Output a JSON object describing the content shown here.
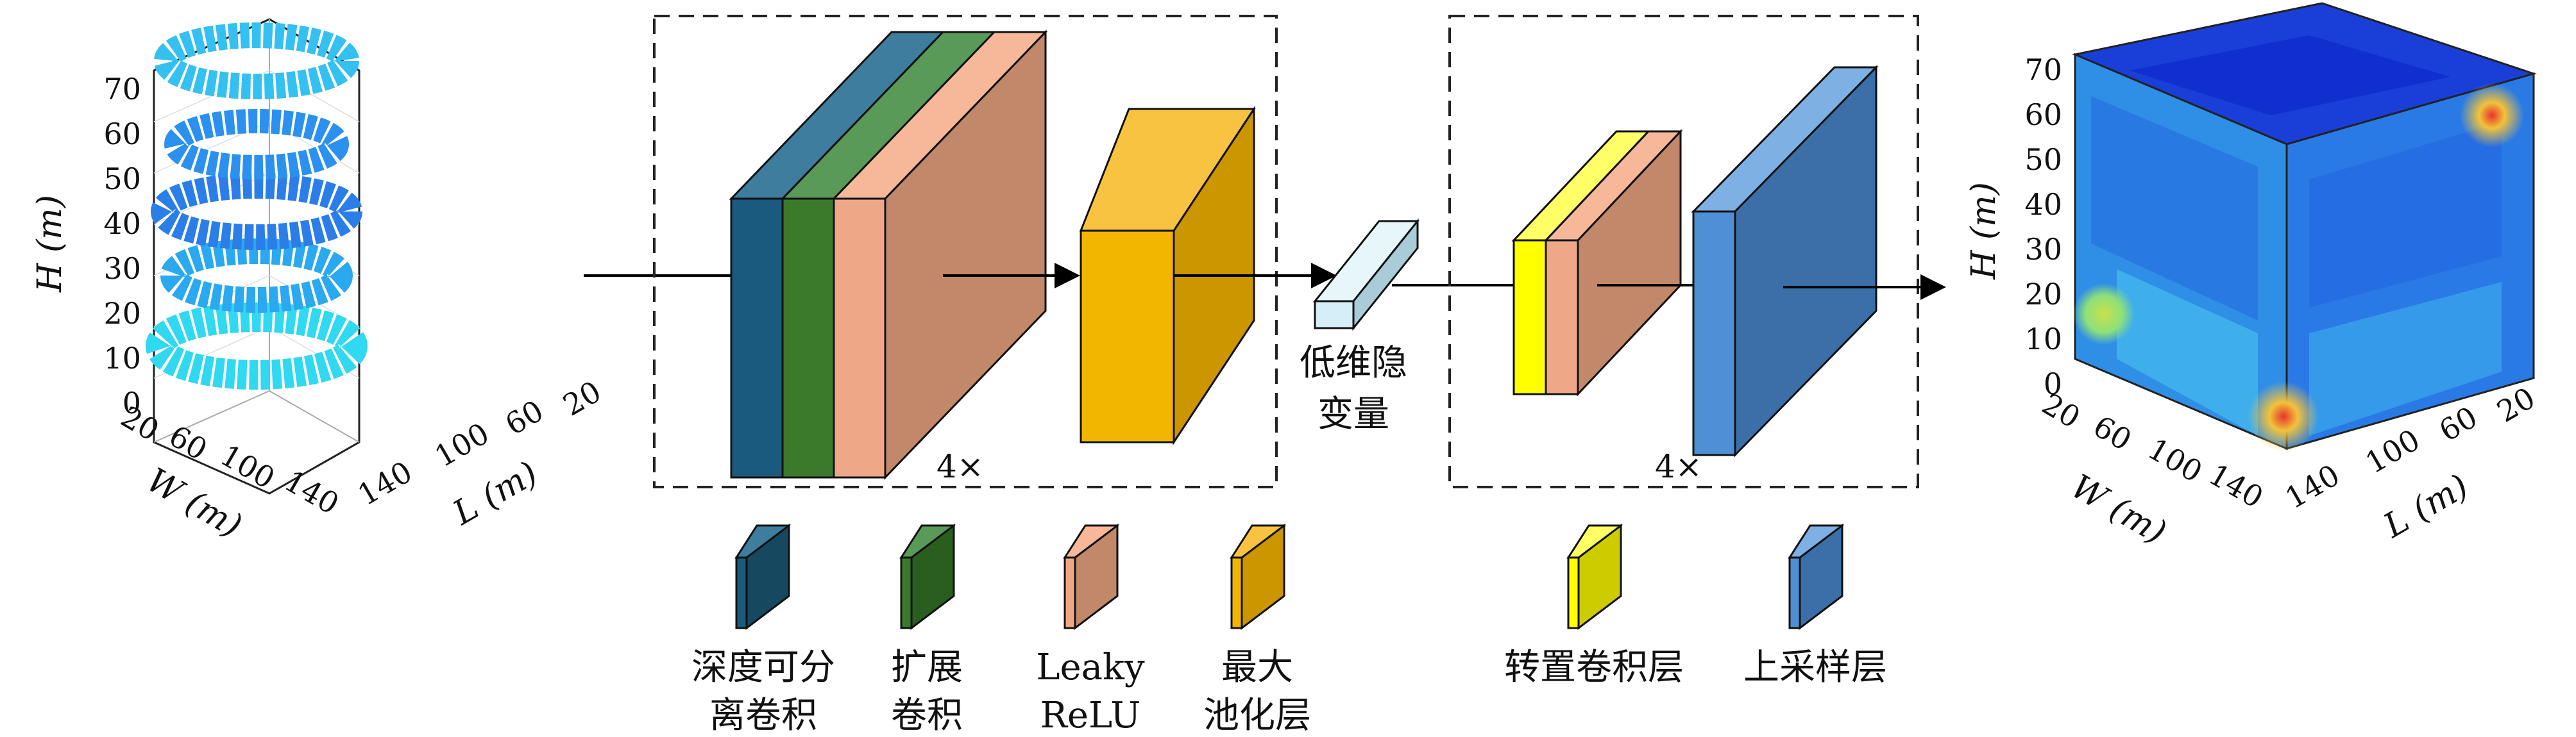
{
  "input_volume": {
    "h_axis_label": "H (m)",
    "w_axis_label": "W (m)",
    "l_axis_label": "L (m)",
    "h_ticks": [
      "0",
      "10",
      "20",
      "30",
      "40",
      "50",
      "60",
      "70"
    ],
    "w_ticks": [
      "20",
      "60",
      "100",
      "140"
    ],
    "l_ticks": [
      "140",
      "100",
      "60",
      "20"
    ]
  },
  "output_volume": {
    "h_axis_label": "H (m)",
    "w_axis_label": "W (m)",
    "l_axis_label": "L (m)",
    "h_ticks": [
      "0",
      "10",
      "20",
      "30",
      "40",
      "50",
      "60",
      "70"
    ],
    "w_ticks": [
      "20",
      "60",
      "100",
      "140"
    ],
    "l_ticks": [
      "140",
      "100",
      "60",
      "20"
    ]
  },
  "encoder": {
    "repeat_label": "4×"
  },
  "decoder": {
    "repeat_label": "4×"
  },
  "latent": {
    "label_line1": "低维隐",
    "label_line2": "变量"
  },
  "legend": [
    {
      "line1": "深度可分",
      "line2": "离卷积",
      "color": "#1a5a7e"
    },
    {
      "line1": "扩展",
      "line2": "卷积",
      "color": "#3a7a2a"
    },
    {
      "line1": "Leaky",
      "line2": "ReLU",
      "color": "#eea888"
    },
    {
      "line1": "最大",
      "line2": "池化层",
      "color": "#f2b600"
    },
    {
      "line1": "转置卷积层",
      "line2": "",
      "color": "#ffff00"
    },
    {
      "line1": "上采样层",
      "line2": "",
      "color": "#4f8fd6"
    }
  ],
  "colors": {
    "depthwise": "#1a5a7e",
    "dilated": "#3a7a2a",
    "leaky": "#eea888",
    "pool": "#f2b600",
    "transpose": "#ffff00",
    "upsample": "#4f8fd6",
    "latent": "#d6eef7",
    "ring": "#2c8ef0"
  }
}
